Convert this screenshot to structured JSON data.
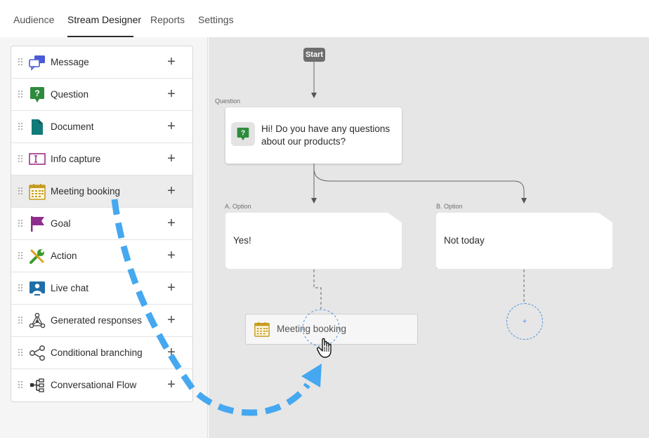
{
  "nav": {
    "tabs": [
      {
        "label": "Audience",
        "active": false
      },
      {
        "label": "Stream Designer",
        "active": true
      },
      {
        "label": "Reports",
        "active": false
      },
      {
        "label": "Settings",
        "active": false
      }
    ]
  },
  "sidebar": {
    "items": [
      {
        "label": "Message",
        "icon": "message-icon"
      },
      {
        "label": "Question",
        "icon": "question-icon"
      },
      {
        "label": "Document",
        "icon": "document-icon"
      },
      {
        "label": "Info capture",
        "icon": "info-capture-icon"
      },
      {
        "label": "Meeting booking",
        "icon": "calendar-icon",
        "hovered": true
      },
      {
        "label": "Goal",
        "icon": "flag-icon"
      },
      {
        "label": "Action",
        "icon": "tools-icon"
      },
      {
        "label": "Live chat",
        "icon": "live-chat-icon"
      },
      {
        "label": "Generated responses",
        "icon": "network-icon"
      },
      {
        "label": "Conditional branching",
        "icon": "share-icon"
      },
      {
        "label": "Conversational Flow",
        "icon": "flow-icon"
      }
    ],
    "add_symbol": "+"
  },
  "canvas": {
    "start_label": "Start",
    "question": {
      "caption": "Question",
      "text_line1": "Hi! Do you have any questions",
      "text_line2": "about our products?"
    },
    "option_a": {
      "caption": "A. Option",
      "text": "Yes!"
    },
    "option_b": {
      "caption": "B. Option",
      "text": "Not today"
    },
    "dragged_item": {
      "label": "Meeting booking",
      "icon": "calendar-icon"
    },
    "add_node_symbol": "+"
  },
  "colors": {
    "accent_blue": "#45a8f0",
    "question_green": "#2e8b3e",
    "message_blue": "#4a5bd6",
    "document_teal": "#0f7a77",
    "info_capture_purple": "#9c2f87",
    "calendar_gold": "#c79b1f",
    "goal_purple": "#8e2c8e",
    "action_green": "#3b9a2f",
    "live_chat_blue": "#1f6fa8"
  }
}
